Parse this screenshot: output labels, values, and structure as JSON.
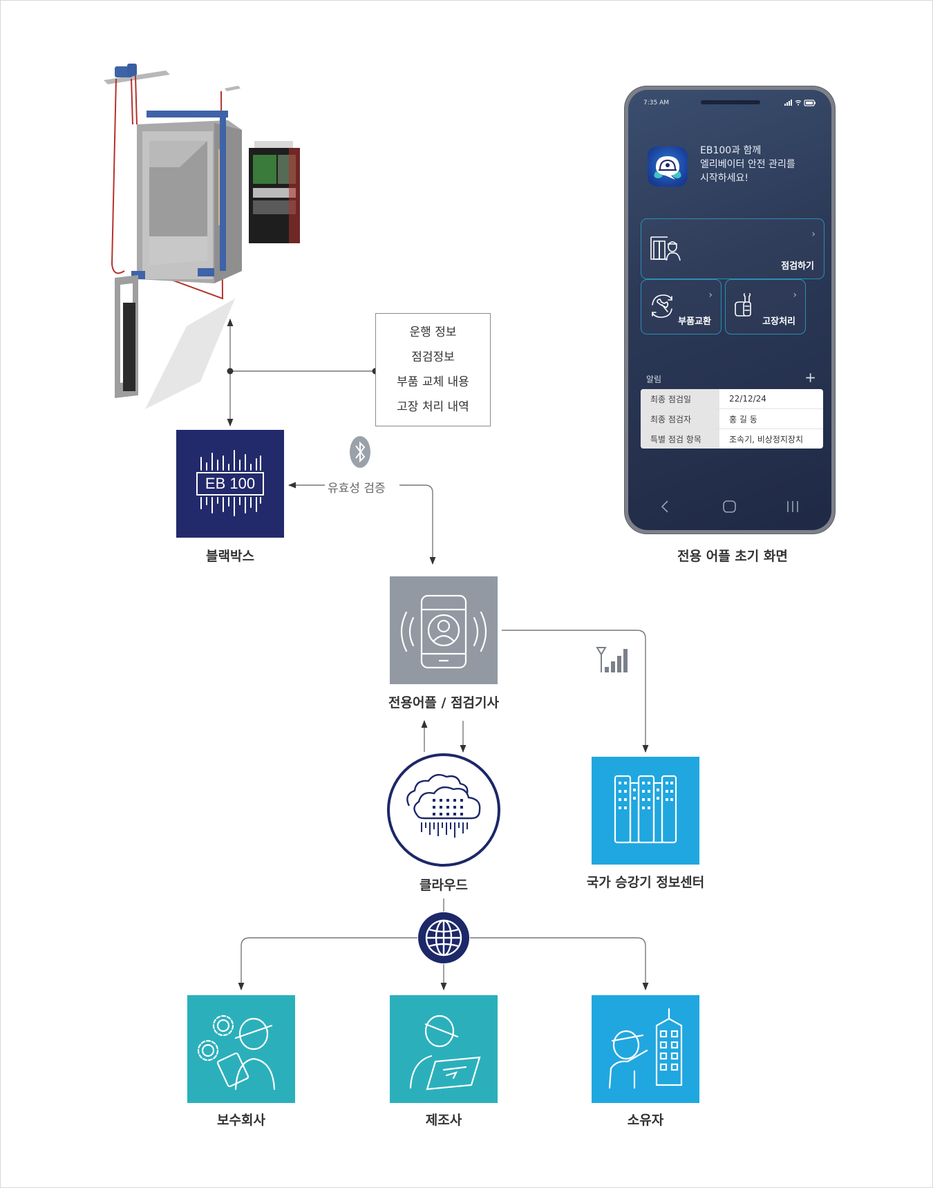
{
  "elevator": {
    "image_alt": "엘리베이터 및 제어반"
  },
  "info_box": {
    "lines": [
      "운행 정보",
      "점검정보",
      "부품 교체 내용",
      "고장 처리 내역"
    ]
  },
  "blackbox": {
    "chip_text": "EB 100",
    "label": "블랙박스",
    "color": "#232a6b"
  },
  "link": {
    "bluetooth_icon": "bluetooth-icon",
    "verify_label": "유효성 검증"
  },
  "app_node": {
    "label": "전용어플 / 점검기사",
    "color": "#9299a2",
    "icon": "smartphone-user-icon"
  },
  "signal": {
    "icon": "cellular-signal-icon"
  },
  "cloud": {
    "label": "클라우드",
    "icon": "cloud-data-icon",
    "color": "#1d2868"
  },
  "national_center": {
    "label": "국가 승강기 정보센터",
    "color": "#20a7e0",
    "icon": "buildings-icon"
  },
  "globe": {
    "icon": "globe-icon",
    "color": "#1d2868"
  },
  "recipients": [
    {
      "label": "보수회사",
      "color": "#2bb0bb",
      "icon": "maintenance-worker-icon"
    },
    {
      "label": "제조사",
      "color": "#2bb0bb",
      "icon": "engineer-drawing-icon"
    },
    {
      "label": "소유자",
      "color": "#20a7e0",
      "icon": "owner-building-icon"
    }
  ],
  "phone": {
    "caption": "전용 어플 초기 화면",
    "status_time": "7:35 AM",
    "welcome": [
      "EB100과 함께",
      "엘리베이터 안전 관리를",
      "시작하세요!"
    ],
    "cards": {
      "inspect": "점검하기",
      "parts": "부품교환",
      "repair": "고장처리"
    },
    "chevron": "›",
    "alarm_title": "알림",
    "plus": "+",
    "table": [
      {
        "key": "최종 점검일",
        "value": "22/12/24"
      },
      {
        "key": "최종 점검자",
        "value": "홍 길 동"
      },
      {
        "key": "특별 점검 항목",
        "value": "조속기, 비상정지장치"
      }
    ]
  }
}
